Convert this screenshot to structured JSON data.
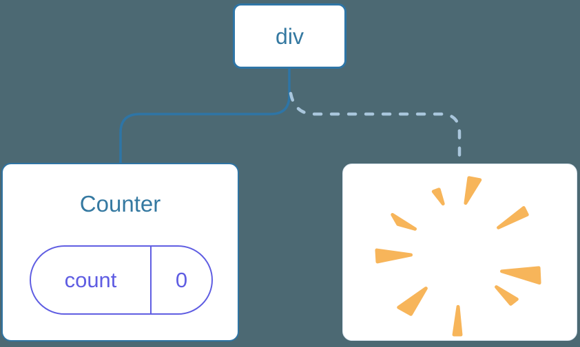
{
  "diagram": {
    "root_node": {
      "label": "div"
    },
    "counter_card": {
      "title": "Counter",
      "state_pill": {
        "name": "count",
        "value": "0"
      }
    },
    "removed_card": {
      "icon": "poof-icon"
    },
    "edges": [
      {
        "from": "div",
        "to": "Counter",
        "style": "solid"
      },
      {
        "from": "div",
        "to": "removed-component",
        "style": "dashed"
      }
    ]
  },
  "colors": {
    "background": "#4c6973",
    "card_bg": "#ffffff",
    "node_border": "#2e75a6",
    "node_text": "#3579a1",
    "solid_connector": "#2e75a6",
    "dashed_connector": "#a9c6dc",
    "state_accent": "#5f5de2",
    "removed_card_border": "#d8e4ee",
    "poof": "#f7b55a"
  }
}
